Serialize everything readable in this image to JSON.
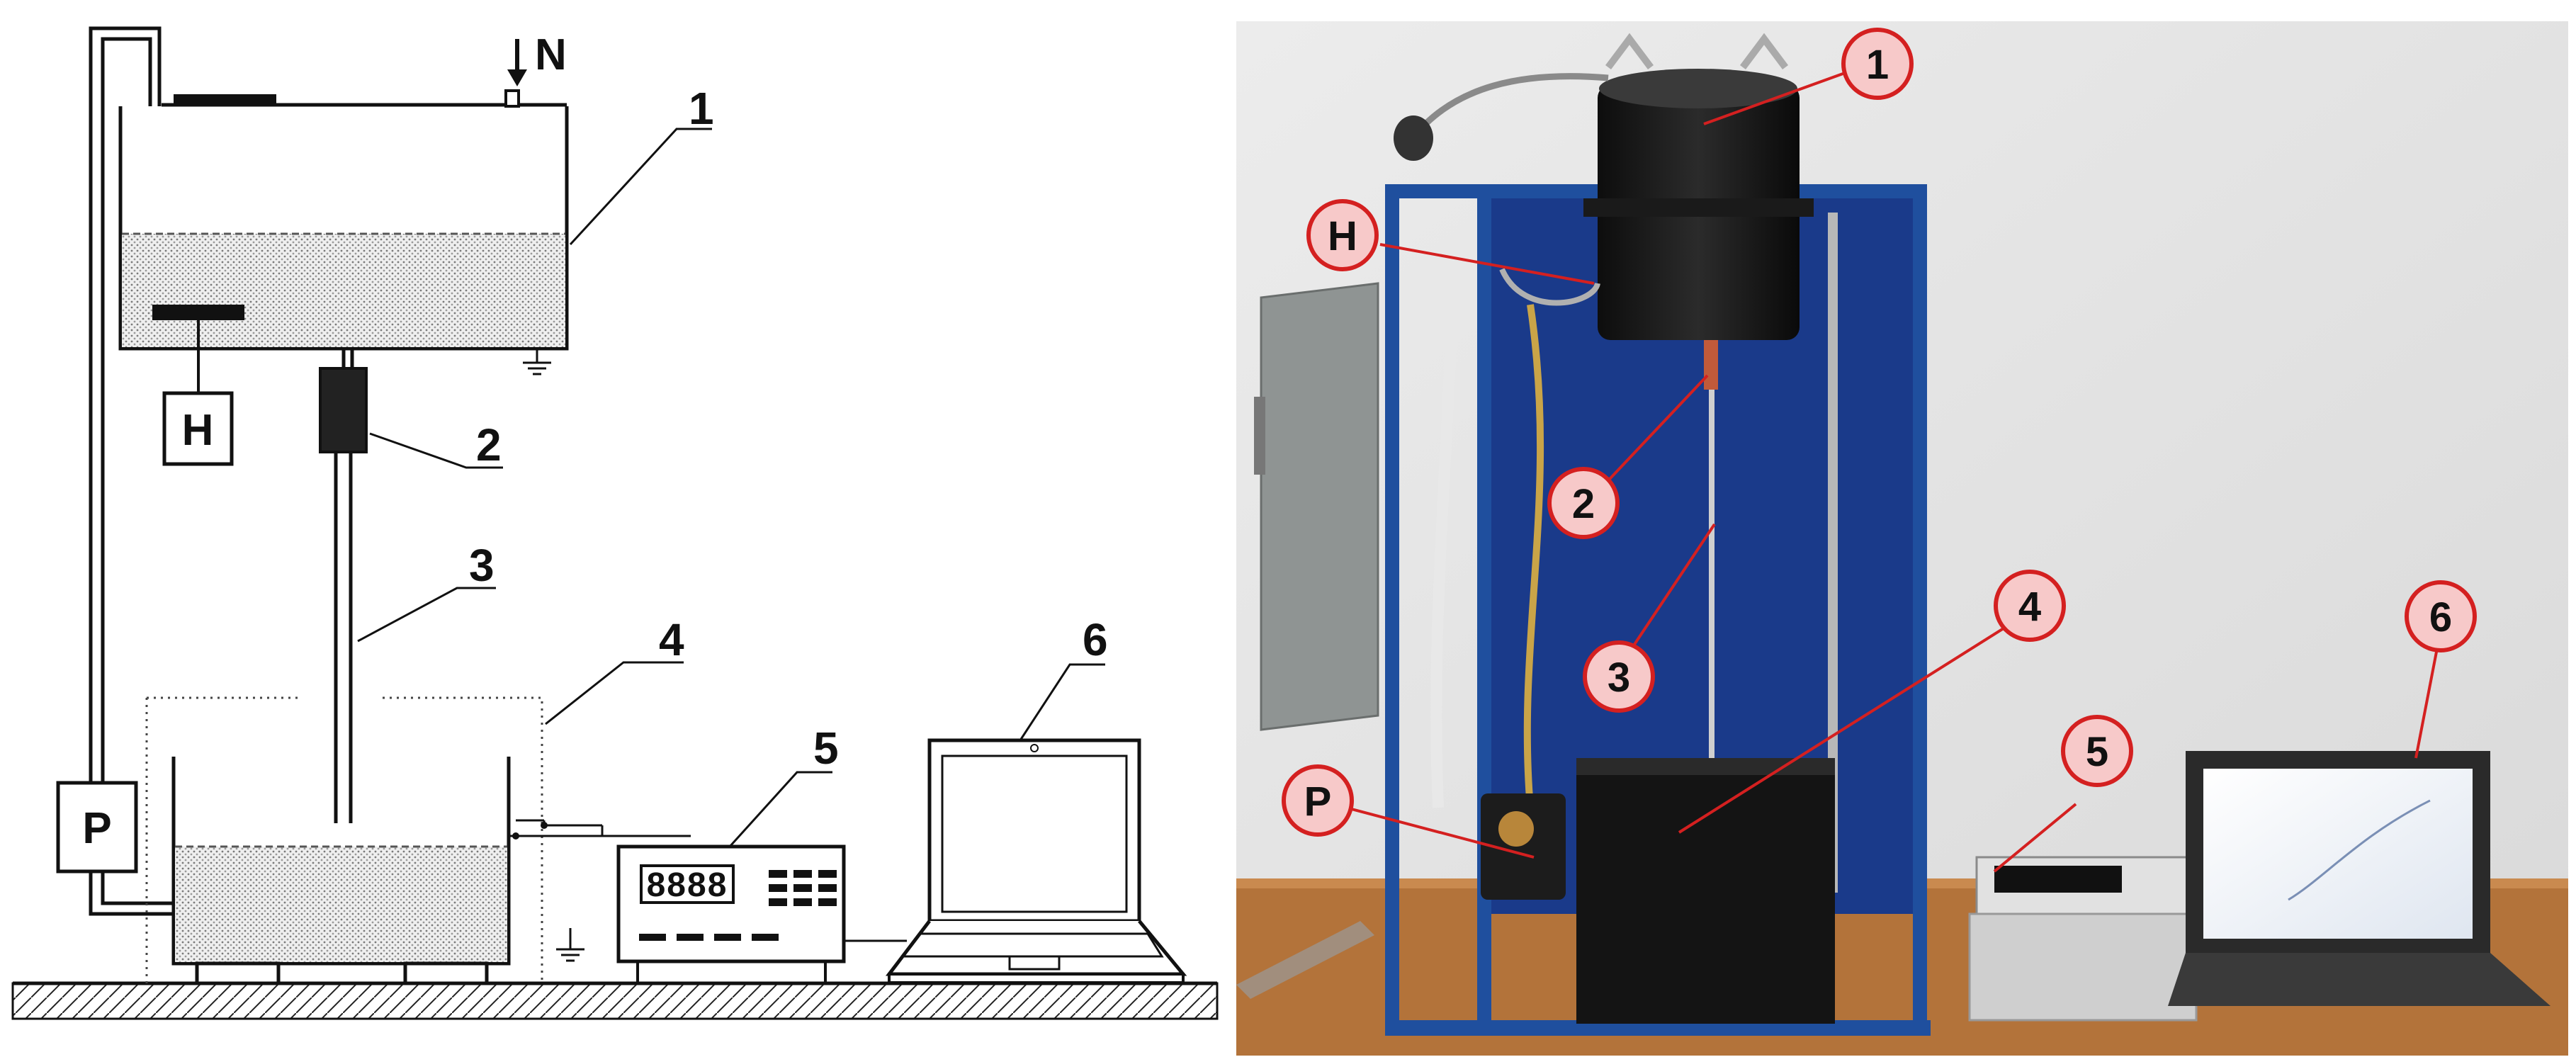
{
  "schematic": {
    "labels": {
      "n": "N",
      "one": "1",
      "two": "2",
      "three": "3",
      "four": "4",
      "five": "5",
      "six": "6",
      "h": "H",
      "p": "P",
      "display": "8888"
    }
  },
  "photo": {
    "callouts": {
      "one": "1",
      "h": "H",
      "two": "2",
      "three": "3",
      "four": "4",
      "p": "P",
      "five": "5",
      "six": "6"
    },
    "colors": {
      "wall": "#e6e6e6",
      "frame": "#1f4f9e",
      "panel": "#1a3a8a",
      "callout_fill": "#f7c9c9",
      "callout_stroke": "#d42020",
      "bench": "#b3733a"
    }
  }
}
